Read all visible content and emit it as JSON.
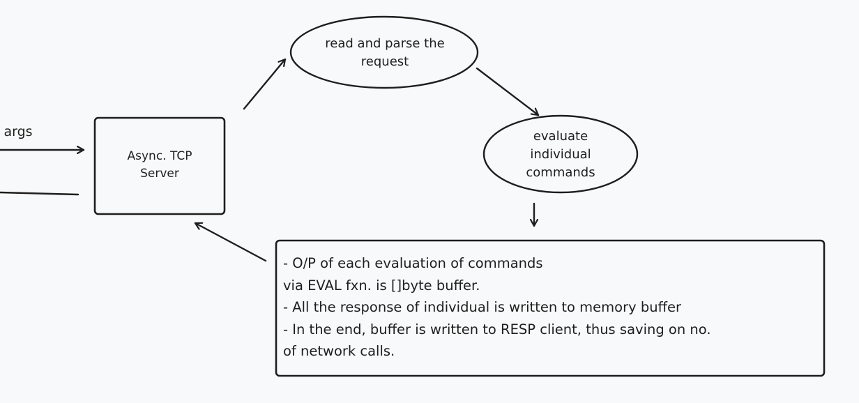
{
  "diagram": {
    "stroke_color": "#1e1e1e",
    "background_color": "#f8f9fa",
    "incoming_edge_label": "t args",
    "nodes": {
      "tcp_server": {
        "label": "Async. TCP\nServer",
        "shape": "rectangle"
      },
      "read_parse": {
        "label": "read and parse the\nrequest",
        "shape": "ellipse"
      },
      "evaluate": {
        "label": "evaluate\nindividual\ncommands",
        "shape": "ellipse"
      }
    },
    "note": {
      "shape": "rectangle",
      "lines": [
        "- O/P of each evaluation of commands",
        "via EVAL fxn. is []byte buffer.",
        "- All the response of individual is written to memory buffer",
        "- In the end, buffer is written to RESP client, thus saving on no.",
        "of network calls."
      ]
    }
  }
}
